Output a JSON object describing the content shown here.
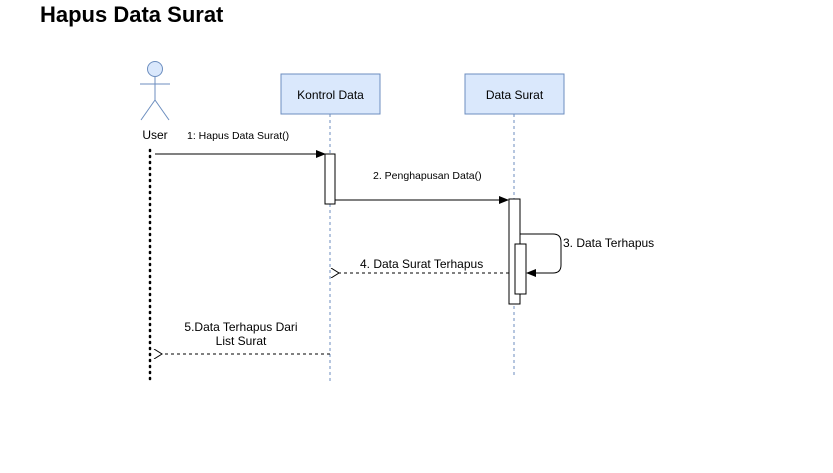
{
  "title": "Hapus Data Surat",
  "colors": {
    "lifeline_box_fill": "#dae8fc",
    "lifeline_box_stroke": "#6c8ebf",
    "actor_stroke": "#6c8ebf",
    "lifeline_dash": "#6c8ebf",
    "line": "#000000"
  },
  "actor": {
    "label": "User",
    "icon": "stick-figure-icon"
  },
  "participants": [
    {
      "id": "kontrol",
      "label": "Kontrol Data"
    },
    {
      "id": "surat",
      "label": "Data Surat"
    }
  ],
  "messages": [
    {
      "id": "m1",
      "label": "1: Hapus Data Surat()",
      "type": "sync"
    },
    {
      "id": "m2",
      "label": "2. Penghapusan Data()",
      "type": "sync"
    },
    {
      "id": "m3",
      "label": "3. Data Terhapus",
      "type": "self"
    },
    {
      "id": "m4",
      "label": "4. Data Surat Terhapus",
      "type": "return"
    },
    {
      "id": "m5",
      "label_line1": "5.Data Terhapus Dari",
      "label_line2": "List Surat",
      "type": "return"
    }
  ]
}
